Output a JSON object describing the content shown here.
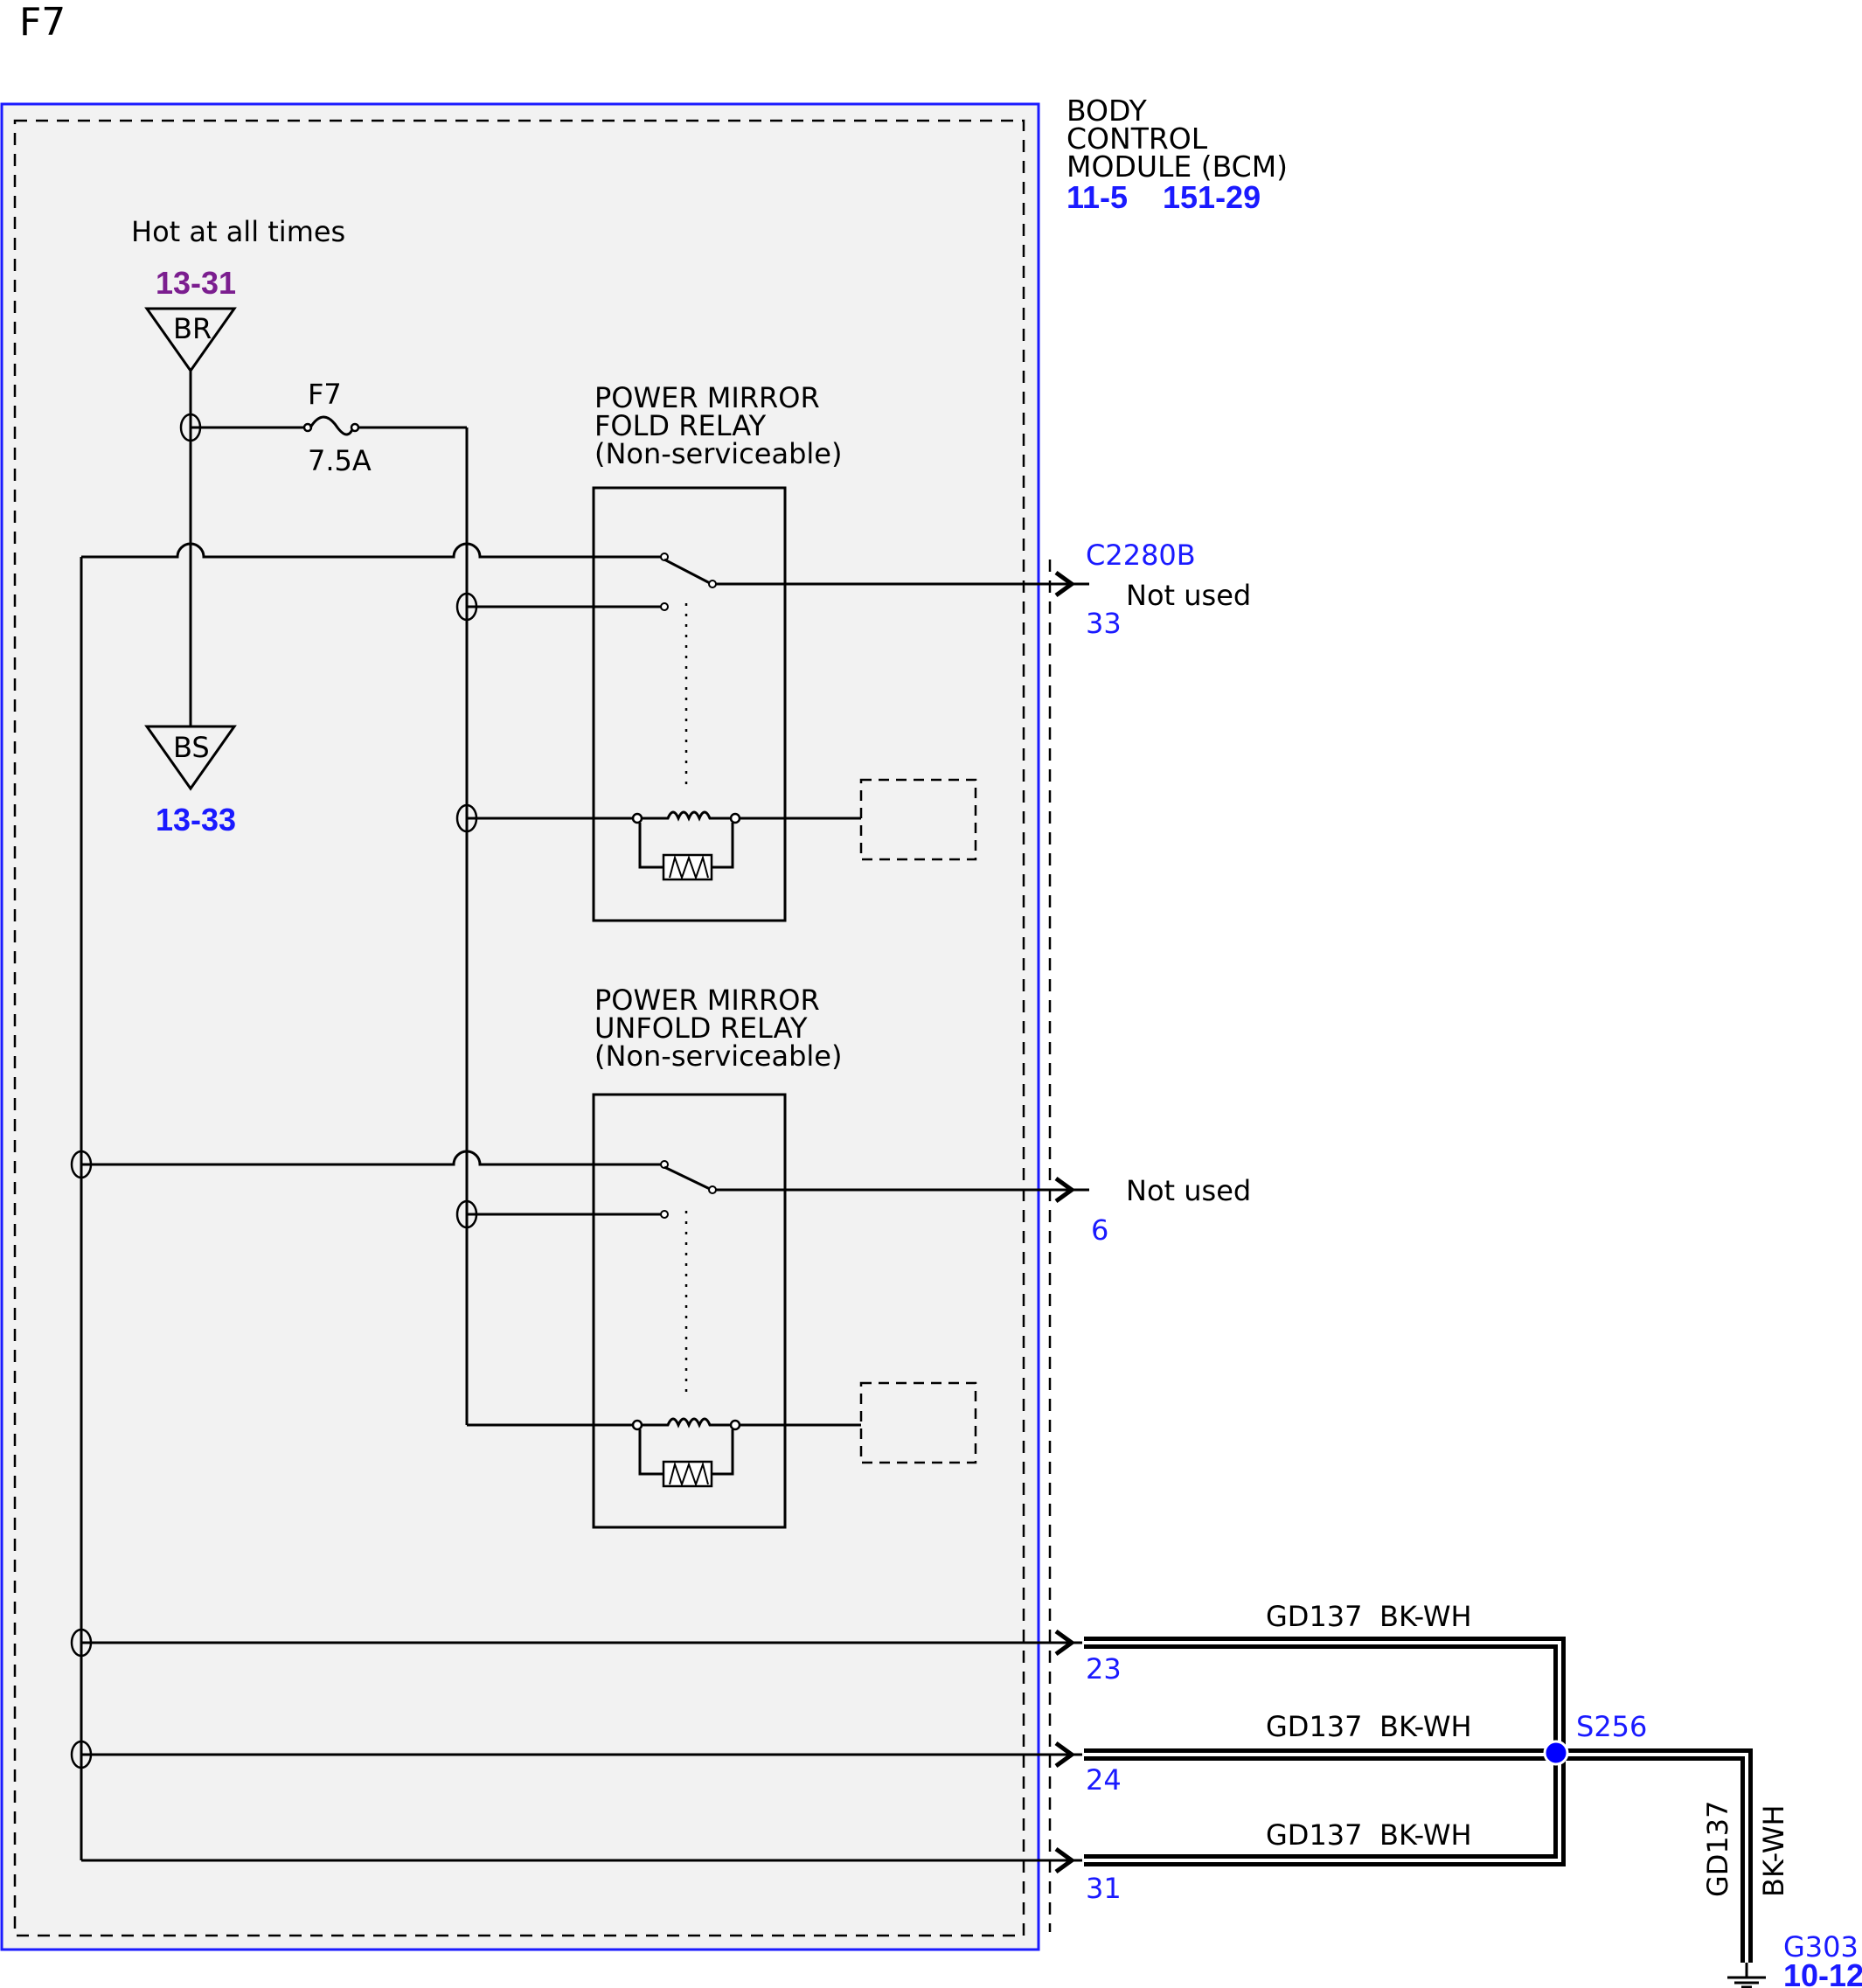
{
  "page_label": "F7",
  "module": {
    "name_lines": [
      "BODY",
      "CONTROL",
      "MODULE (BCM)"
    ],
    "refs": [
      "11-5",
      "151-29"
    ]
  },
  "power": {
    "hot_label": "Hot at all times",
    "br_ref": "13-31",
    "br_label": "BR",
    "bs_label": "BS",
    "bs_ref": "13-33"
  },
  "fuse": {
    "name": "F7",
    "rating": "7.5A"
  },
  "relays": [
    {
      "lines": [
        "POWER MIRROR",
        "FOLD RELAY",
        "(Non-serviceable)"
      ]
    },
    {
      "lines": [
        "POWER MIRROR",
        "UNFOLD RELAY",
        "(Non-serviceable)"
      ]
    }
  ],
  "connector": {
    "name": "C2280B",
    "pins": [
      {
        "pin": "33",
        "note": "Not used"
      },
      {
        "pin": "6",
        "note": "Not used"
      },
      {
        "pin": "23",
        "circuit": "GD137",
        "color": "BK-WH"
      },
      {
        "pin": "24",
        "circuit": "GD137",
        "color": "BK-WH"
      },
      {
        "pin": "31",
        "circuit": "GD137",
        "color": "BK-WH"
      }
    ]
  },
  "splice": {
    "name": "S256"
  },
  "ground_wire": {
    "circuit": "GD137",
    "color": "BK-WH"
  },
  "ground": {
    "name": "G303",
    "ref": "10-12"
  },
  "colors": {
    "module_border": "#1a1aff",
    "module_fill": "#f2f2f2",
    "splice_dot": "#0000ff",
    "ref_blue": "#1a1aff",
    "ref_purple": "#7b1e8f"
  }
}
